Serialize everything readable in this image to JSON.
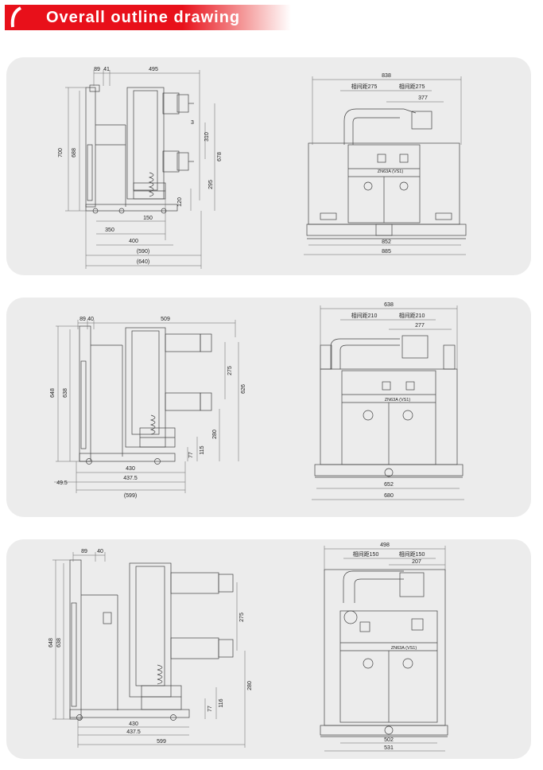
{
  "header": {
    "title": "Overall outline drawing"
  },
  "panel1": {
    "side": {
      "top": [
        "89",
        "41",
        "495"
      ],
      "left": [
        "700",
        "688"
      ],
      "right": [
        "3",
        "310",
        "678",
        "295",
        "120"
      ],
      "bottom": [
        "150",
        "350",
        "400",
        "(590)",
        "(640)"
      ]
    },
    "front": {
      "top": [
        "838",
        "相间距275",
        "相间距275",
        "377"
      ],
      "bottom": [
        "852",
        "885"
      ],
      "nameplate": "ZN63A (VS1)"
    }
  },
  "panel2": {
    "side": {
      "top": [
        "89",
        "40",
        "509"
      ],
      "left": [
        "648",
        "638"
      ],
      "right": [
        "275",
        "626",
        "280",
        "115",
        "77"
      ],
      "bottom": [
        "49.5",
        "430",
        "437.5",
        "(599)"
      ]
    },
    "front": {
      "top": [
        "638",
        "相间距210",
        "相间距210",
        "277"
      ],
      "bottom": [
        "652",
        "680"
      ],
      "nameplate": "ZN63A (VS1)"
    }
  },
  "panel3": {
    "side": {
      "top": [
        "89",
        "40"
      ],
      "left": [
        "648",
        "638"
      ],
      "right": [
        "275",
        "280",
        "77",
        "116"
      ],
      "bottom": [
        "430",
        "437.5",
        "599"
      ]
    },
    "front": {
      "top": [
        "498",
        "相间距150",
        "相间距150",
        "207"
      ],
      "bottom": [
        "502",
        "531"
      ],
      "nameplate": "ZN63A (VS1)"
    }
  }
}
